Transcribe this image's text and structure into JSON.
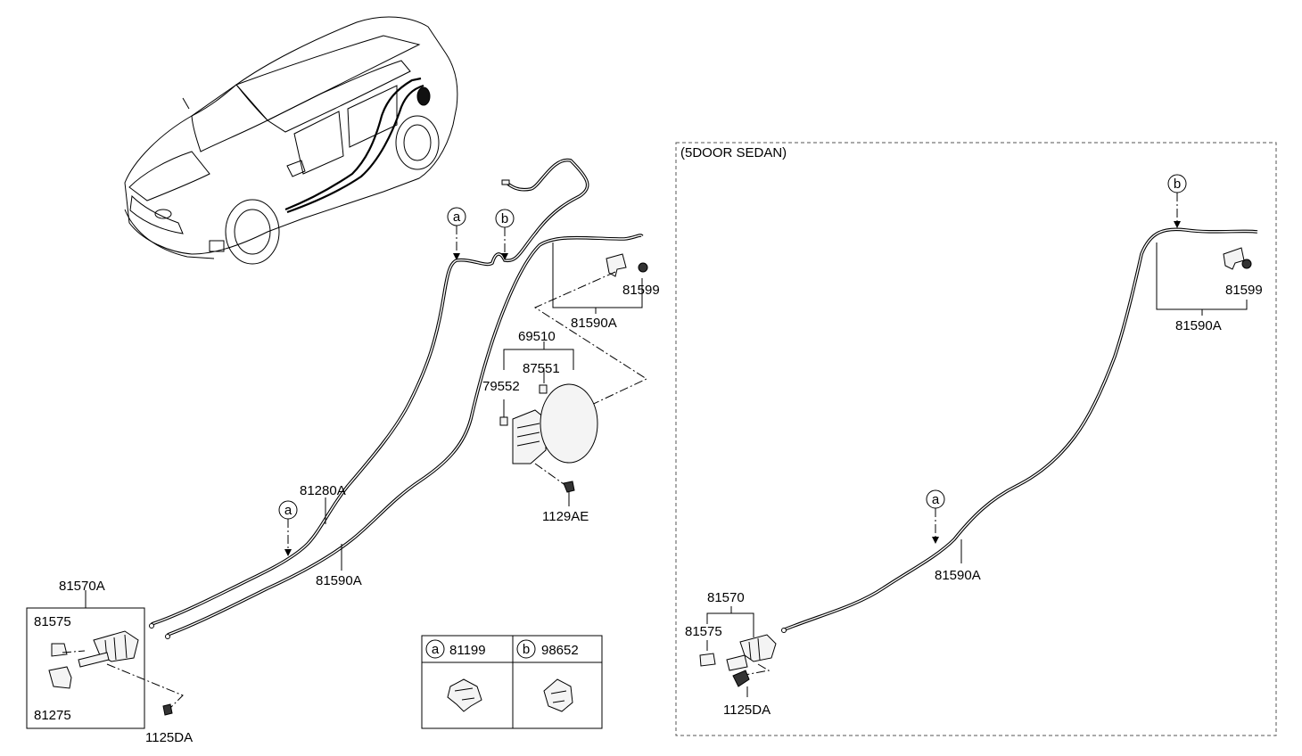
{
  "labels": {
    "p81280A": "81280A",
    "p81590A_main": "81590A",
    "p81590A_top": "81590A",
    "p81599": "81599",
    "p69510": "69510",
    "p87551": "87551",
    "p79552": "79552",
    "p1129AE": "1129AE",
    "p81570A": "81570A",
    "p81575": "81575",
    "p81275": "81275",
    "p1125DA": "1125DA"
  },
  "markers": {
    "a": "a",
    "b": "b"
  },
  "legend": {
    "a_code": "81199",
    "b_code": "98652"
  },
  "sedan": {
    "title": "(5DOOR SEDAN)",
    "p81590A_top": "81590A",
    "p81599": "81599",
    "p81590A_lower": "81590A",
    "p81570": "81570",
    "p81575": "81575",
    "p1125DA": "1125DA"
  }
}
